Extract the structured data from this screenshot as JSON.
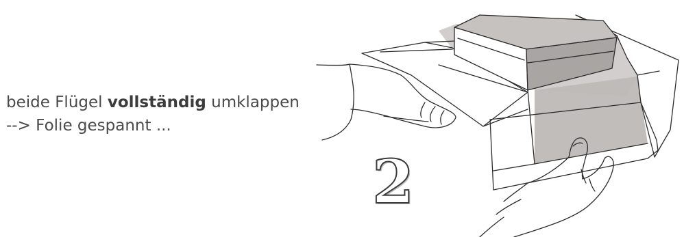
{
  "caption": {
    "line1_start": "beide Flügel ",
    "line1_bold": "vollständig",
    "line1_end": " umklappen",
    "line2": "--> Folie gespannt ..."
  },
  "step": {
    "number": "2"
  },
  "colors": {
    "text": "#4a4a4a",
    "line_art": "#2b2b2b",
    "grey_fill": "#c9c6c4",
    "grey_fill_dark": "#b9b5b3"
  },
  "icons": {
    "illustration": "hands-folding-box-flaps-icon"
  }
}
